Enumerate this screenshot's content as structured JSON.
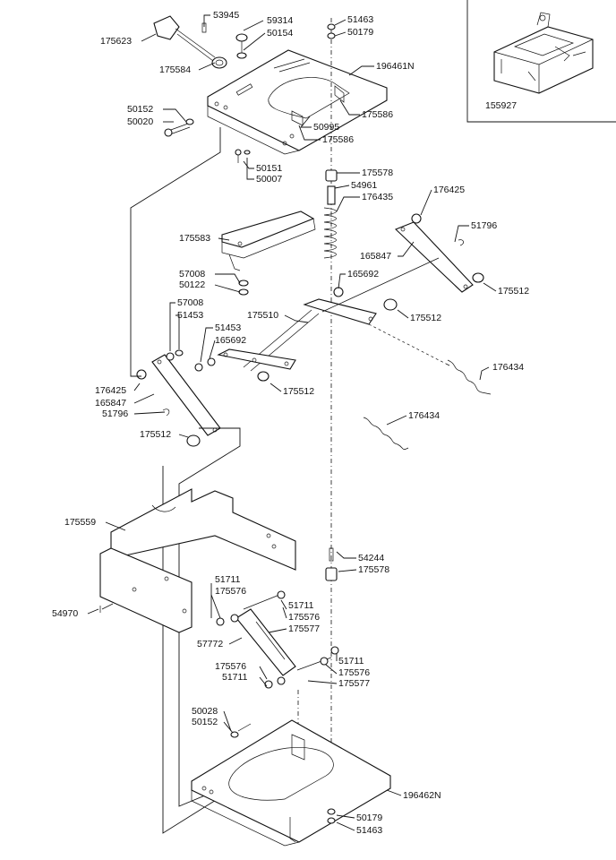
{
  "inset": {
    "label": "155927"
  },
  "labels": [
    {
      "id": "l53945",
      "text": "53945"
    },
    {
      "id": "l59314",
      "text": "59314"
    },
    {
      "id": "l50154",
      "text": "50154"
    },
    {
      "id": "l175623",
      "text": "175623"
    },
    {
      "id": "l175584",
      "text": "175584"
    },
    {
      "id": "l51463a",
      "text": "51463"
    },
    {
      "id": "l50179a",
      "text": "50179"
    },
    {
      "id": "l196461N",
      "text": "196461N"
    },
    {
      "id": "l50152a",
      "text": "50152"
    },
    {
      "id": "l50020",
      "text": "50020"
    },
    {
      "id": "l175586a",
      "text": "175586"
    },
    {
      "id": "l50995",
      "text": "50995"
    },
    {
      "id": "l175586b",
      "text": "175586"
    },
    {
      "id": "l50151",
      "text": "50151"
    },
    {
      "id": "l50007",
      "text": "50007"
    },
    {
      "id": "l175578a",
      "text": "175578"
    },
    {
      "id": "l54961",
      "text": "54961"
    },
    {
      "id": "l176435",
      "text": "176435"
    },
    {
      "id": "l176425a",
      "text": "176425"
    },
    {
      "id": "l51796a",
      "text": "51796"
    },
    {
      "id": "l165847a",
      "text": "165847"
    },
    {
      "id": "l175583",
      "text": "175583"
    },
    {
      "id": "l175512a",
      "text": "175512"
    },
    {
      "id": "l57008a",
      "text": "57008"
    },
    {
      "id": "l50122",
      "text": "50122"
    },
    {
      "id": "l165692a",
      "text": "165692"
    },
    {
      "id": "l57008b",
      "text": "57008"
    },
    {
      "id": "l51453a",
      "text": "51453"
    },
    {
      "id": "l175510",
      "text": "175510"
    },
    {
      "id": "l175512b",
      "text": "175512"
    },
    {
      "id": "l51453b",
      "text": "51453"
    },
    {
      "id": "l165692b",
      "text": "165692"
    },
    {
      "id": "l176434a",
      "text": "176434"
    },
    {
      "id": "l176425b",
      "text": "176425"
    },
    {
      "id": "l165847b",
      "text": "165847"
    },
    {
      "id": "l51796b",
      "text": "51796"
    },
    {
      "id": "l175512c",
      "text": "175512"
    },
    {
      "id": "l175512d",
      "text": "175512"
    },
    {
      "id": "l176434b",
      "text": "176434"
    },
    {
      "id": "l175559",
      "text": "175559"
    },
    {
      "id": "l54244",
      "text": "54244"
    },
    {
      "id": "l175578b",
      "text": "175578"
    },
    {
      "id": "l54970",
      "text": "54970"
    },
    {
      "id": "l51711a",
      "text": "51711"
    },
    {
      "id": "l175576a",
      "text": "175576"
    },
    {
      "id": "l51711b",
      "text": "51711"
    },
    {
      "id": "l175576b",
      "text": "175576"
    },
    {
      "id": "l175577a",
      "text": "175577"
    },
    {
      "id": "l57772",
      "text": "57772"
    },
    {
      "id": "l51711c",
      "text": "51711"
    },
    {
      "id": "l175576c",
      "text": "175576"
    },
    {
      "id": "l175576d",
      "text": "175576"
    },
    {
      "id": "l51711d",
      "text": "51711"
    },
    {
      "id": "l175577b",
      "text": "175577"
    },
    {
      "id": "l50028",
      "text": "50028"
    },
    {
      "id": "l50152b",
      "text": "50152"
    },
    {
      "id": "l196462N",
      "text": "196462N"
    },
    {
      "id": "l50179b",
      "text": "50179"
    },
    {
      "id": "l51463b",
      "text": "51463"
    }
  ]
}
